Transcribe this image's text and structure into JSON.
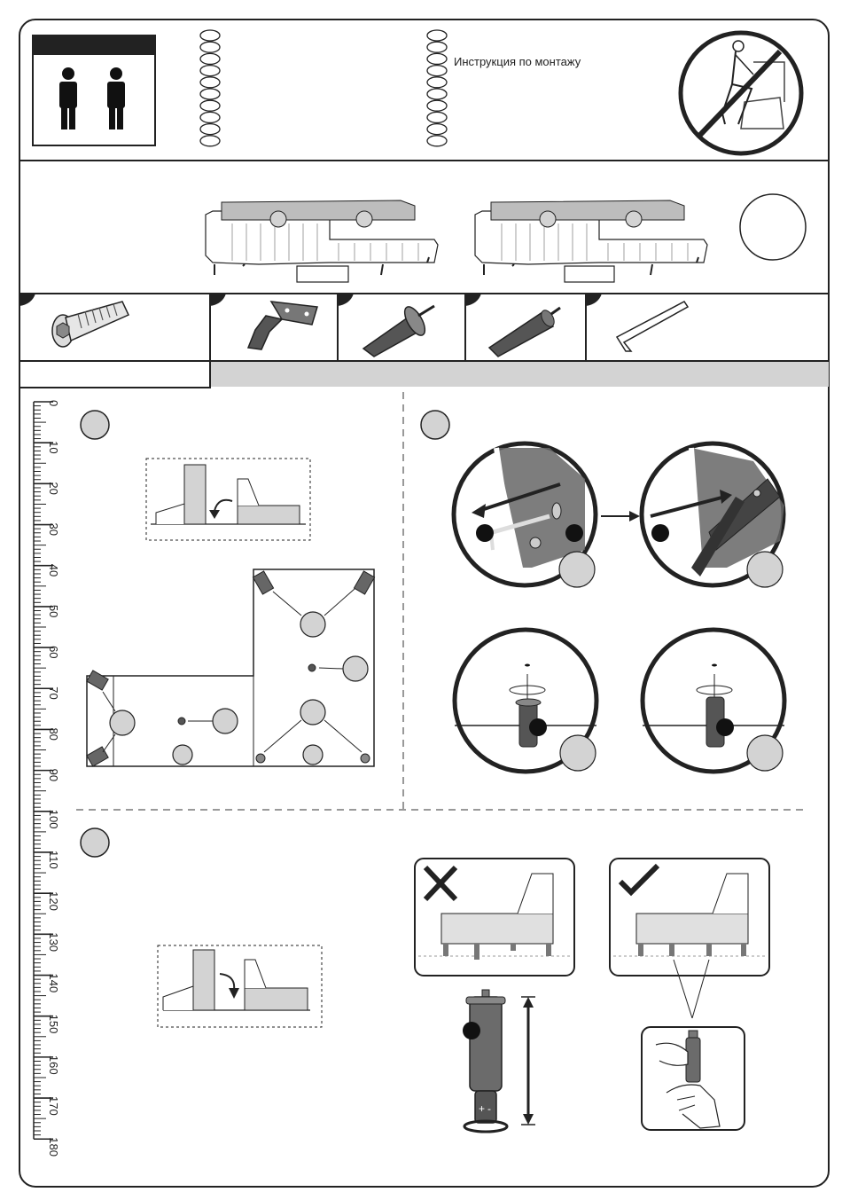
{
  "header": {
    "instruction_title": "Инструкция по монтажу"
  },
  "ruler": {
    "unit_labels": [
      "0",
      "10",
      "20",
      "30",
      "40",
      "50",
      "60",
      "70",
      "80",
      "90",
      "100",
      "110",
      "120",
      "130",
      "140",
      "150",
      "160",
      "170",
      "180"
    ]
  },
  "icons": {
    "people": "two-people-icon",
    "no_sitting": "no-sitting-warning-icon",
    "wrong": "cross-icon",
    "correct": "checkmark-icon",
    "rotate": "rotate-arrow-icon"
  },
  "colors": {
    "line": "#222222",
    "fill_light": "#d9d9d9",
    "fill_dark": "#6b6b6b",
    "gray_bar": "#d3d3d3"
  }
}
